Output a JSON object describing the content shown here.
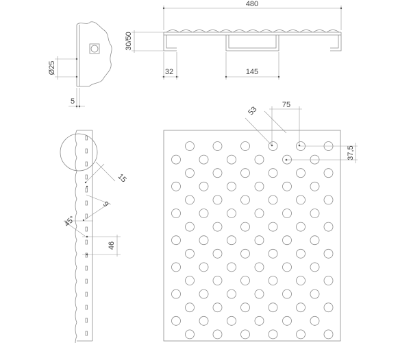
{
  "labels": {
    "overall_length": "480",
    "height": "30/50",
    "end_return": "32",
    "support_width": "145",
    "diameter": "Ø25",
    "thickness": "5",
    "diag_pitch": "53",
    "horiz_pitch": "75",
    "row_pitch": "37,5",
    "offset_15": "15",
    "offset_9": "9",
    "angle": "45°",
    "pitch_46": "46"
  }
}
